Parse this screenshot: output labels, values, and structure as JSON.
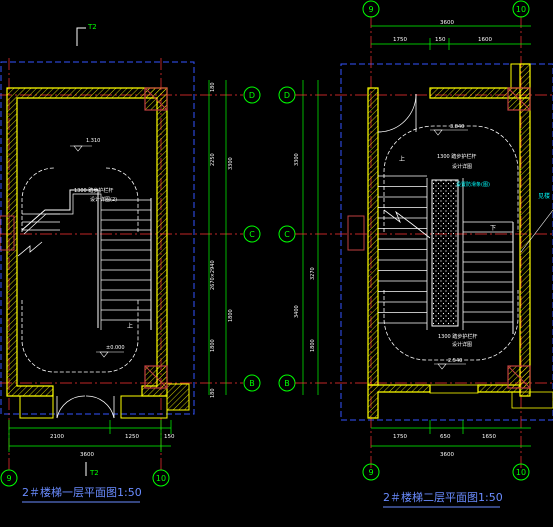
{
  "colors": {
    "background": "#000000",
    "wall": "#ffff00",
    "dimension": "#00ff00",
    "axis": "#ff0000",
    "stair": "#ffffff",
    "boundary": "#3355ff",
    "text_white": "#ffffff",
    "text_cyan": "#00ffff",
    "title_blue": "#6a8cff",
    "column": "#c04040"
  },
  "left_plan": {
    "title": "2＃楼梯一层平面图1:50",
    "grid_top_label": "T2",
    "grid_bottom_label": "T2",
    "axis_bottom_left": "9",
    "axis_bottom_right": "10",
    "dims_bottom_1": [
      "2100",
      "1250",
      "150"
    ],
    "dims_bottom_2": "3600",
    "elev_label": "1.310",
    "elev_floor": "±0.000",
    "note_line1": "1300  踏步护栏杆",
    "note_line2": "设计详图(2)",
    "up_mark": "上"
  },
  "middle": {
    "rows": [
      {
        "axis": "D",
        "dims_left": [
          "2250",
          "3300"
        ],
        "dims_right": [
          "3300"
        ]
      },
      {
        "axis": "C",
        "dims_left": [
          "2670×2940"
        ],
        "dims_right": [
          "3270"
        ]
      },
      {
        "axis": "B",
        "dims_left": [
          "1800",
          "1800"
        ],
        "dims_right": [
          "1800",
          "3400"
        ]
      }
    ],
    "top_dim_left": "180",
    "bottom_dim_left": "180"
  },
  "right_plan": {
    "title": "2＃楼梯二层平面图1:50",
    "axis_top_left": "9",
    "axis_top_right": "10",
    "axis_bottom_left": "9",
    "axis_bottom_right": "10",
    "dims_top_1": [
      "1750",
      "150",
      "1600"
    ],
    "dims_top_2": "3600",
    "dims_bottom_1": [
      "1750",
      "650",
      "1650"
    ],
    "dims_bottom_2": "3600",
    "elev_top": "3.840",
    "elev_bottom": "2.540",
    "note_top_1": "1300  踏步护栏杆",
    "note_top_2": "设计详图",
    "note_mid": "设置防滑条(图)",
    "note_bot_1": "1300  踏步护栏杆",
    "note_bot_2": "设计详图",
    "up_mark": "上",
    "down_mark": "下",
    "side_note": "见楼"
  }
}
